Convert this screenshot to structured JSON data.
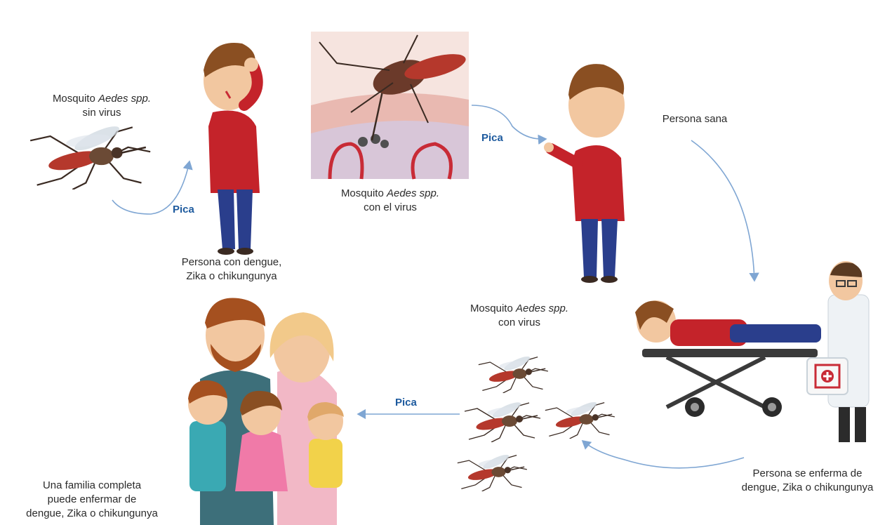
{
  "colors": {
    "arrow": "#7fa6d3",
    "bite_label": "#1d5a9e",
    "shirt": "#c4232a",
    "pants": "#2a3e8c",
    "hair": "#8a4f22",
    "skin": "#f2c7a0",
    "skin_bg": "#f3d6cf",
    "blood": "#c82b36"
  },
  "labels": {
    "mosquito_no_virus": {
      "prefix": "Mosquito ",
      "species": "Aedes spp.",
      "line2": "sin virus"
    },
    "sick_person": {
      "line1": "Persona con dengue,",
      "line2": "Zika o chikungunya"
    },
    "mosquito_with_virus": {
      "prefix": "Mosquito ",
      "species": "Aedes spp.",
      "line2": "con el virus"
    },
    "healthy_person": {
      "line1": "Persona sana"
    },
    "mosquitoes_infected": {
      "prefix": "Mosquito ",
      "species": "Aedes spp.",
      "line2": "con virus"
    },
    "person_gets_sick": {
      "line1": "Persona se enferma de",
      "line2": "dengue, Zika o chikungunya"
    },
    "family": {
      "line1": "Una familia completa",
      "line2": "puede enfermar de",
      "line3": "dengue, Zika o chikungunya"
    }
  },
  "bite": {
    "label": "Pica"
  },
  "icons": [
    "mosquito-illustration",
    "sick-person-illustration",
    "bite-closeup-illustration",
    "healthy-person-illustration",
    "stretcher-patient-illustration",
    "doctor-illustration",
    "first-aid-kit-icon",
    "family-illustration"
  ]
}
